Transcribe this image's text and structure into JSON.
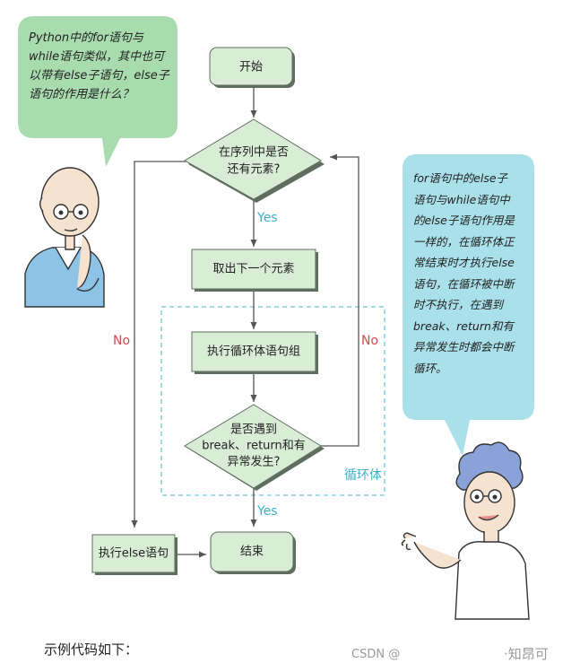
{
  "bubbles": {
    "left": {
      "lines": [
        "Python中的for语句与",
        "while语句类似，其中也可",
        "以带有else子语句，else子",
        "语句的作用是什么？"
      ],
      "fill": "#a8dcae"
    },
    "right": {
      "lines": [
        "for语句中的else子",
        "语句与while语句中",
        "的else子语句作用是",
        "一样的，在循环体正",
        "常结束时才执行else",
        "语句，在循环被中断",
        "时不执行，在遇到",
        "break、return和有",
        "异常发生时都会中断",
        "循环。"
      ],
      "fill": "#a9e0ea"
    }
  },
  "flowchart": {
    "nodes": {
      "start": "开始",
      "cond1": [
        "在序列中是否",
        "还有元素?"
      ],
      "fetch": "取出下一个元素",
      "body": "执行循环体语句组",
      "cond2": [
        "是否遇到",
        "break、return和有",
        "异常发生?"
      ],
      "else_stmt": "执行else语句",
      "end": "结束"
    },
    "edge_labels": {
      "yes1": "Yes",
      "no_left": "No",
      "no_right": "No",
      "yes2": "Yes"
    },
    "loop_region_label": "循环体",
    "colors": {
      "node_fill": "#d8ecd6",
      "node_stroke": "#5f6f5f",
      "yes": "#3bb0c9",
      "no": "#d2484d",
      "loop_border": "#6cc6d6"
    }
  },
  "footer": {
    "text": "示例代码如下：",
    "watermark_csdn": "CSDN @",
    "watermark_zhihu": "·知昂可"
  }
}
